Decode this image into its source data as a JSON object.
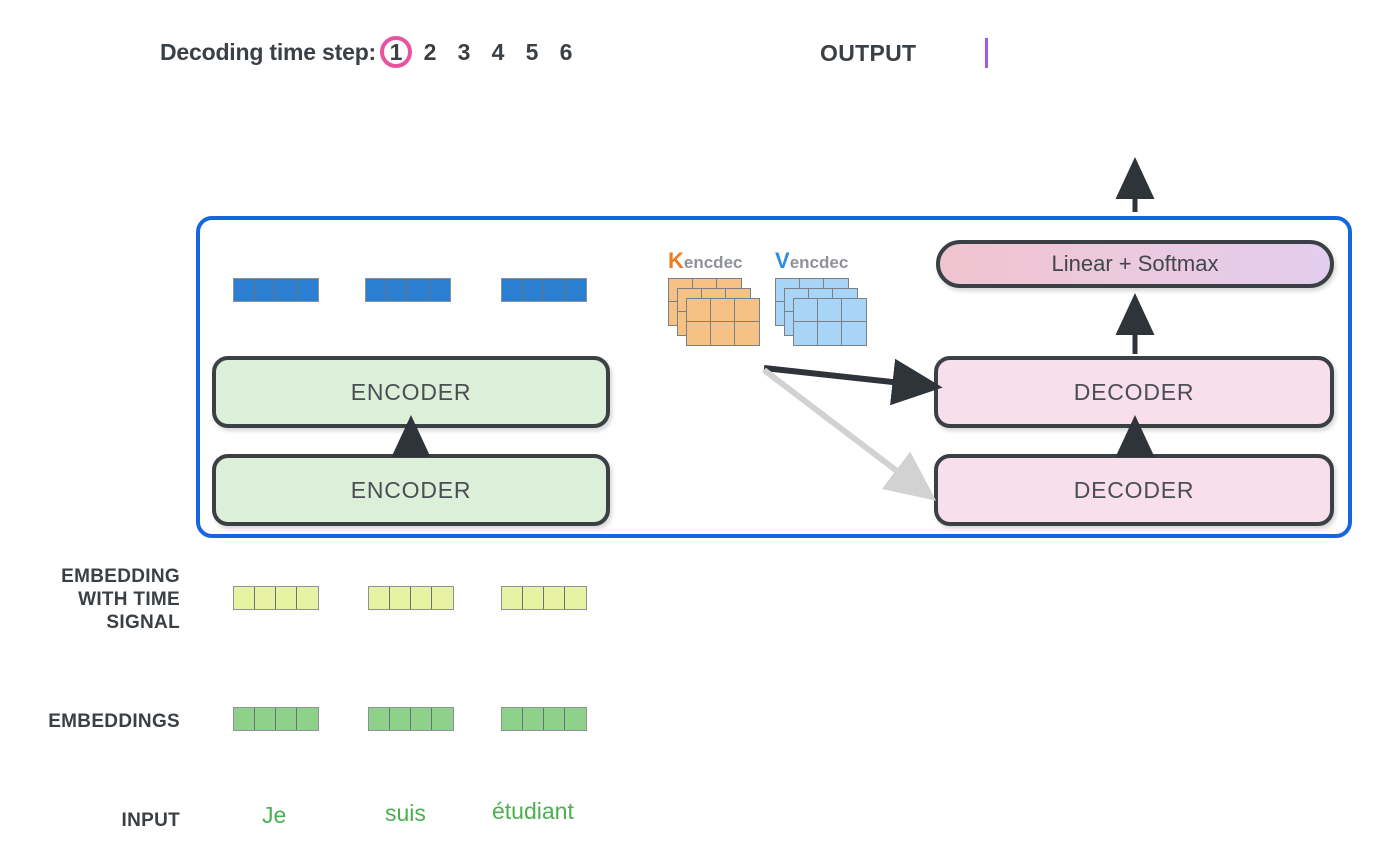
{
  "header": {
    "timestep_label": "Decoding time step:",
    "steps": [
      "1",
      "2",
      "3",
      "4",
      "5",
      "6"
    ],
    "active_step": "1",
    "output_label": "OUTPUT",
    "output_text": ""
  },
  "model": {
    "encoder_label": "ENCODER",
    "decoder_label": "DECODER",
    "linear_softmax_label": "Linear + Softmax",
    "encoder_stack_count": 2,
    "decoder_stack_count": 2
  },
  "attention": {
    "k": {
      "letter": "K",
      "subscript": "encdec",
      "color": "#ee7b1e"
    },
    "v": {
      "letter": "V",
      "subscript": "encdec",
      "color": "#2a8fe8"
    },
    "matrix_rows": 2,
    "matrix_cols": 3,
    "stack_depth": 3
  },
  "rows": {
    "encoder_output_label": "",
    "time_signal_label_lines": [
      "EMBEDDING",
      "WITH TIME",
      "SIGNAL"
    ],
    "embeddings_label": "EMBEDDINGS",
    "input_label": "INPUT"
  },
  "input_tokens": [
    {
      "word": "Je"
    },
    {
      "word": "suis"
    },
    {
      "word": "étudiant"
    }
  ],
  "vectors": {
    "cells_per_vector": 4,
    "encoder_output_color": "#2c7fd0",
    "time_signal_color": "#e7f2a2",
    "embedding_color": "#8fd18b"
  },
  "colors": {
    "container_border": "#1766e0",
    "active_step_circle": "#e8539e",
    "encoder_fill": "#dcefd8",
    "decoder_fill": "#f9dfeb",
    "box_border": "#3b4045",
    "cursor": "#a259e6",
    "input_word": "#4caf50",
    "arrow_dark": "#2f343a",
    "arrow_light": "#d2d2d2"
  }
}
